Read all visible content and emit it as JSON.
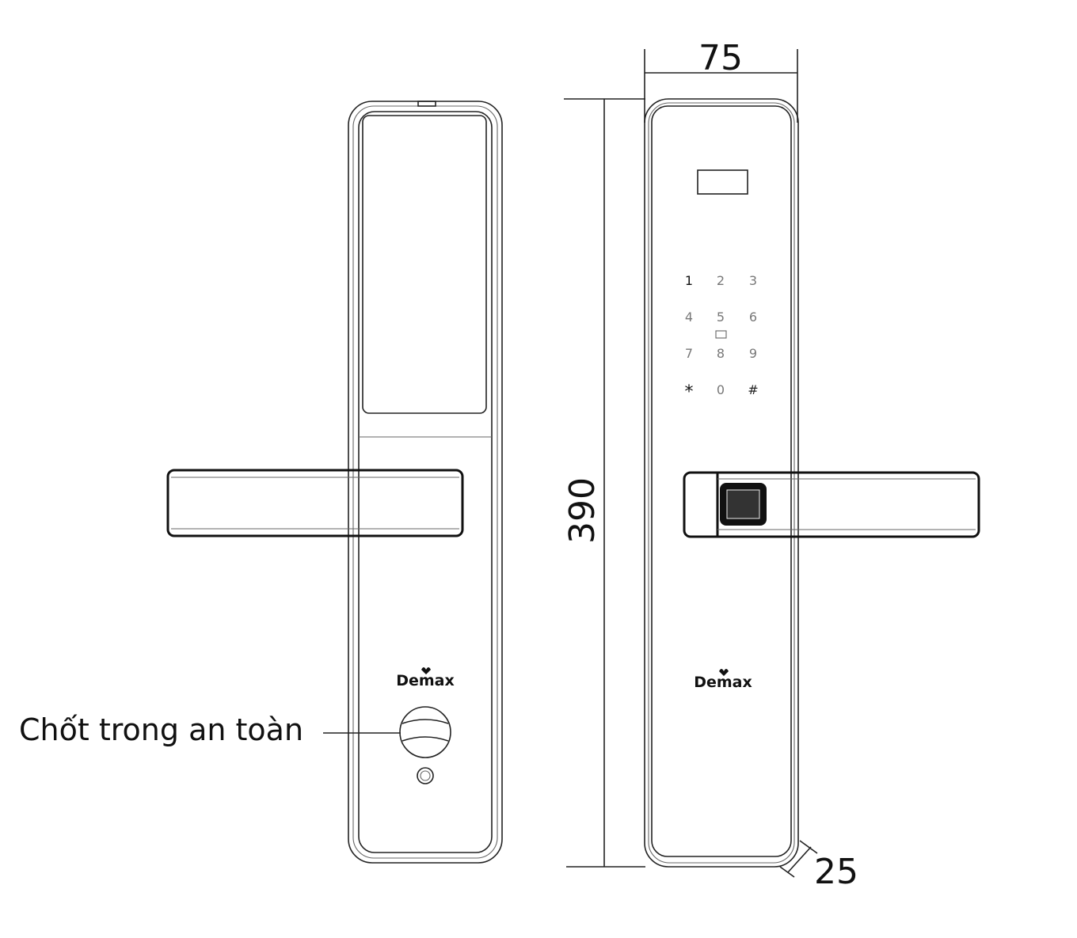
{
  "dimensions": {
    "width": "75",
    "height": "390",
    "depth": "25"
  },
  "callout": {
    "safety_latch": "Chốt trong an toàn"
  },
  "brand": "Demax",
  "keypad": {
    "keys": [
      "1",
      "2",
      "3",
      "4",
      "5",
      "6",
      "7",
      "8",
      "9",
      "*",
      "0",
      "#"
    ]
  }
}
